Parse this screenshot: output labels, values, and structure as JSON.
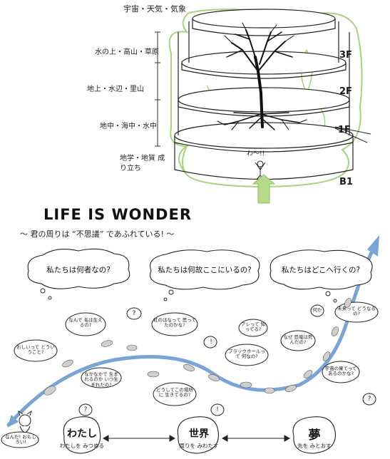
{
  "building": {
    "roof_label": "宇宙・天気・気象",
    "floors": [
      {
        "id": "3F",
        "side_label": "水の上・高山・草原"
      },
      {
        "id": "2F",
        "side_label": "地上・水辺・里山"
      },
      {
        "id": "1F",
        "side_label": "地中・海中・水中"
      },
      {
        "id": "B1",
        "side_label": "地学・地質 成り立ち"
      }
    ],
    "exclaim": "わ〜!!"
  },
  "title": "LIFE IS WONDER",
  "subtitle": "〜 君の周りは “不思議” であふれている! 〜",
  "questions": [
    "私たちは何者なの?",
    "私たちは何故ここにいるの?",
    "私たちはどこへ行くの?"
  ],
  "small_bubbles": [
    "なんで 毛は生えるの?",
    "虹のはなって 思ってたのかな?",
    "おしいって どういうこと?",
    "なかなかで 生まれるのか いつ生まれたの?",
    "どうしてこの場所に 生きてるの?",
    "ブラックホールって 何なの?",
    "アレって 知ってる?",
    "なぜ 恐竜は死んだの?",
    "何か",
    "未来って どうなるの?",
    "宇宙の果てって あるのかな?",
    "?",
    "!",
    "!",
    "?",
    "?"
  ],
  "kid_speech": "なんだ! おもしろい!",
  "bottom": [
    {
      "title": "わたし",
      "sub": "わたしを みつめる"
    },
    {
      "title": "世界",
      "sub": "周りを みわたす"
    },
    {
      "title": "夢",
      "sub": "先を みとおす"
    }
  ],
  "colors": {
    "accent_green": "#a9d27a",
    "curve_blue": "#7aa3d6",
    "ink": "#111111"
  }
}
